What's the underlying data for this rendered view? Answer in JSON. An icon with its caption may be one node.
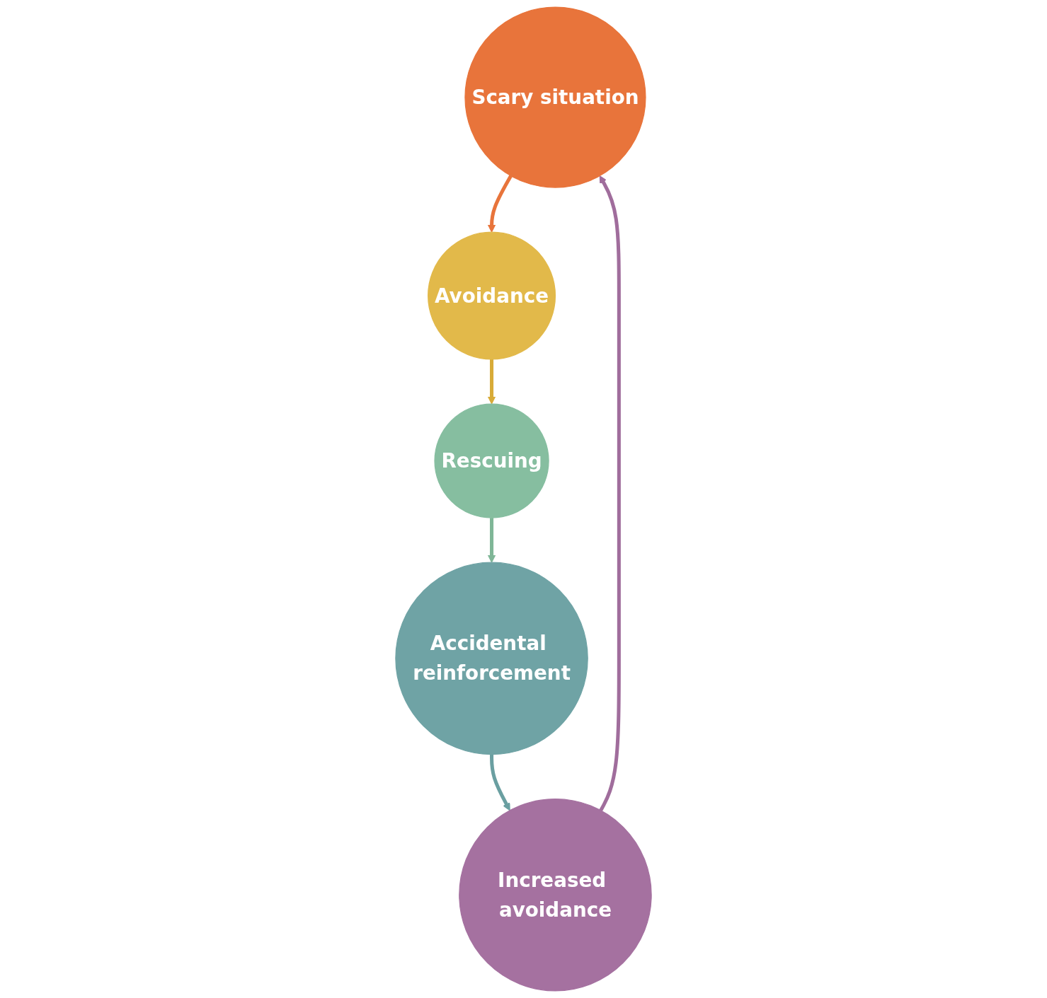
{
  "diagram": {
    "nodes": [
      {
        "text": [
          "Scary situation"
        ]
      },
      {
        "text": [
          "Avoidance"
        ]
      },
      {
        "text": [
          "Rescuing"
        ]
      },
      {
        "text": [
          "Accidental reinforcement"
        ]
      },
      {
        "text": [
          "Increased avoidance"
        ]
      }
    ],
    "edges": [
      {
        "from": 0,
        "to": 1,
        "arrow": "to",
        "color": "#e8743b"
      },
      {
        "from": 1,
        "to": 2,
        "arrow": "to",
        "color": "#d8ab38"
      },
      {
        "from": 2,
        "to": 3,
        "arrow": "to",
        "color": "#7fb697"
      },
      {
        "from": 3,
        "to": 4,
        "arrow": "to",
        "color": "#6a9fa1"
      },
      {
        "from": 4,
        "to": 0,
        "arrow": "to",
        "color": "#a06d9c"
      }
    ]
  }
}
